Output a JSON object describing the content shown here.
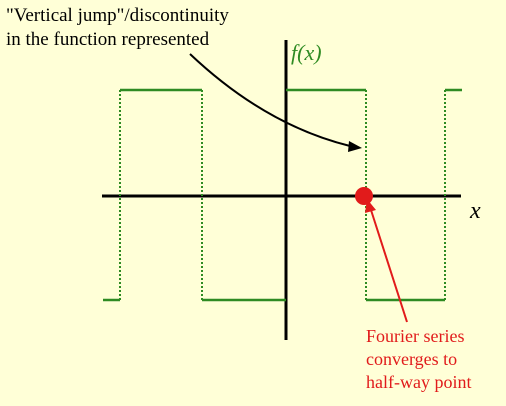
{
  "annotation_top": {
    "line1": "\"Vertical jump\"/discontinuity",
    "line2": "in the function represented"
  },
  "annotation_bottom": {
    "line1": "Fourier series",
    "line2": "converges to",
    "line3": "half-way point"
  },
  "y_axis_label": "f(x)",
  "x_axis_label": "x",
  "colors": {
    "background": "#FFFFD7",
    "function": "#2E8B22",
    "axes": "#000000",
    "convergence_point": "#E11B1B",
    "annotation_arrow_bottom": "#E11B1B"
  }
}
